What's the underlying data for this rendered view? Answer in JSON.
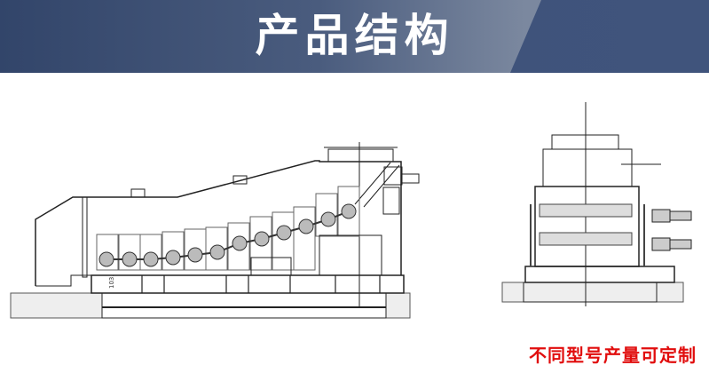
{
  "header": {
    "title": "产品结构",
    "colors": {
      "banner_dark": "#32456a",
      "banner_light": "#7b889f"
    }
  },
  "drawing": {
    "dimension_label": "103."
  },
  "footer": {
    "note": "不同型号产量可定制",
    "note_color": "#e10d0d"
  }
}
